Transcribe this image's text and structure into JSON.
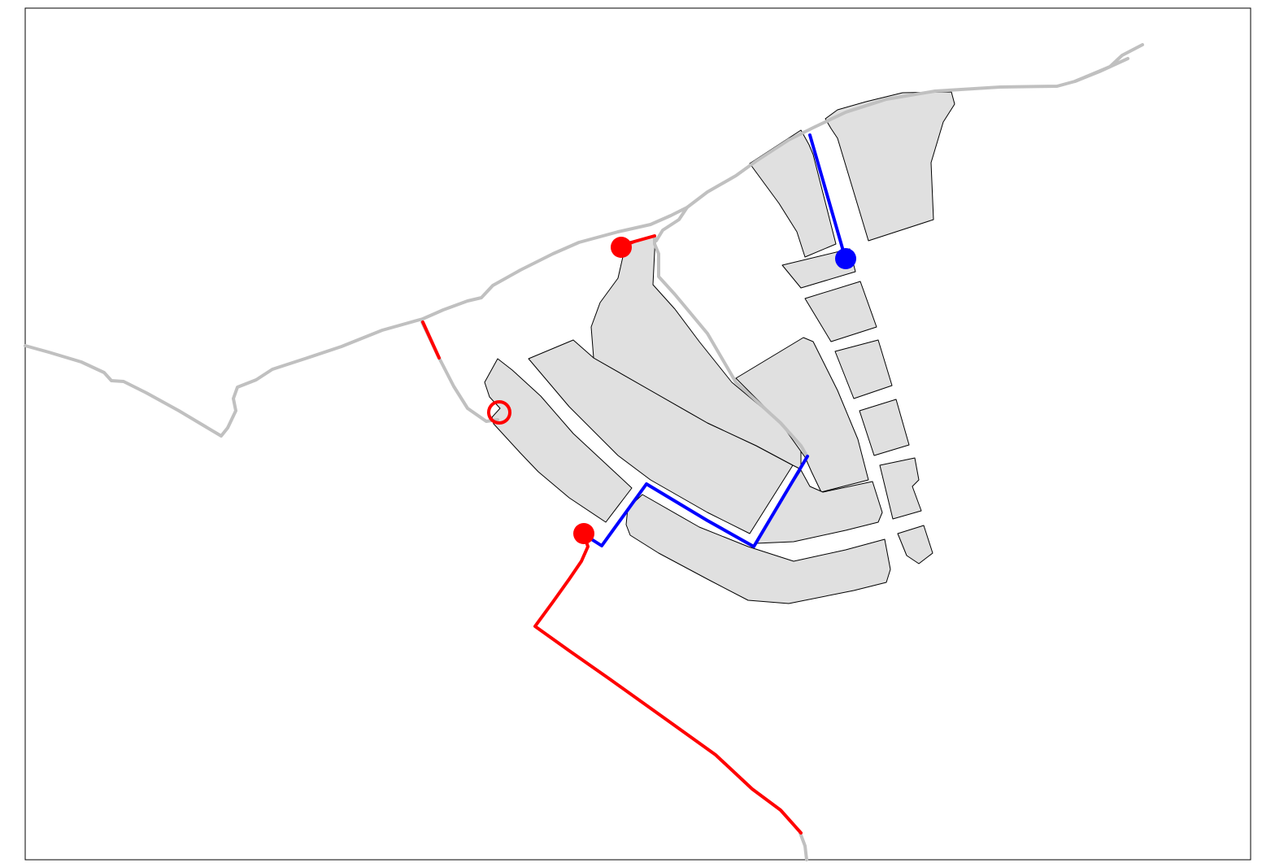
{
  "colors": {
    "background": "#ffffff",
    "frame": "#000000",
    "block_fill": "#e0e0e0",
    "block_outline": "#000000",
    "road": "#c0c0c0",
    "route_red": "#ff0000",
    "route_blue": "#0000ff"
  },
  "legend": {
    "routes": [
      {
        "id": "red",
        "color": "#ff0000"
      },
      {
        "id": "blue",
        "color": "#0000ff"
      }
    ],
    "markers": [
      {
        "id": "red-endpoint-north",
        "color": "#ff0000",
        "style": "filled-circle"
      },
      {
        "id": "red-endpoint-south",
        "color": "#ff0000",
        "style": "filled-circle"
      },
      {
        "id": "red-waypoint",
        "color": "#ff0000",
        "style": "hollow-circle"
      },
      {
        "id": "blue-endpoint",
        "color": "#0000ff",
        "style": "filled-circle"
      }
    ]
  }
}
